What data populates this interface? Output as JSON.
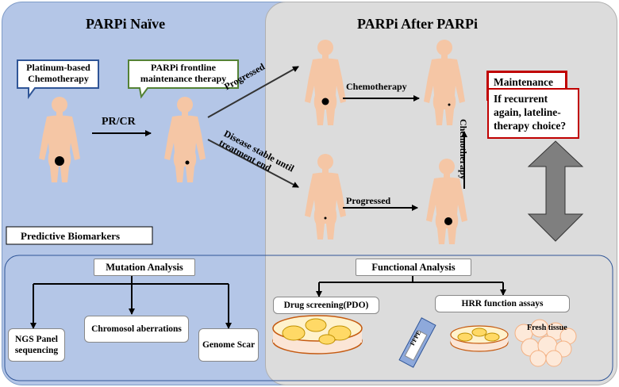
{
  "panels": {
    "left_title": "PARPi Naïve",
    "right_title": "PARPi After PARPi"
  },
  "callouts": {
    "platinum": "Platinum-based Chemotherapy",
    "parpi_frontline": "PARPi frontline maintenance therapy"
  },
  "arrows": {
    "pr_cr": "PR/CR",
    "progressed_top": "Progressed",
    "disease_stable": "Disease stable until treatment end",
    "chemo_top": "Chemotherapy",
    "progressed_bottom": "Progressed",
    "chemo_vertical": "Chemotherapy"
  },
  "questions": {
    "maintenance": "Maintenance therapy choice?",
    "recurrent": "If recurrent again, lateline-therapy choice?"
  },
  "biomarkers": {
    "title": "Predictive Biomarkers",
    "mutation": {
      "title": "Mutation Analysis",
      "items": [
        "NGS Panel sequencing",
        "Chromosol aberrations",
        "Genome Scar"
      ]
    },
    "functional": {
      "title": "Functional Analysis",
      "drug_screening": "Drug screening(PDO)",
      "hrr": "HRR function assays",
      "ffpe": "FFPE",
      "fresh_tissue": "Fresh tissue"
    }
  },
  "colors": {
    "left_panel": "#b4c6e7",
    "right_panel": "#dcdcdc",
    "figure_skin": "#f5c6a5",
    "callout_blue": "#2f5597",
    "callout_green": "#548235",
    "question_red": "#c00000"
  }
}
